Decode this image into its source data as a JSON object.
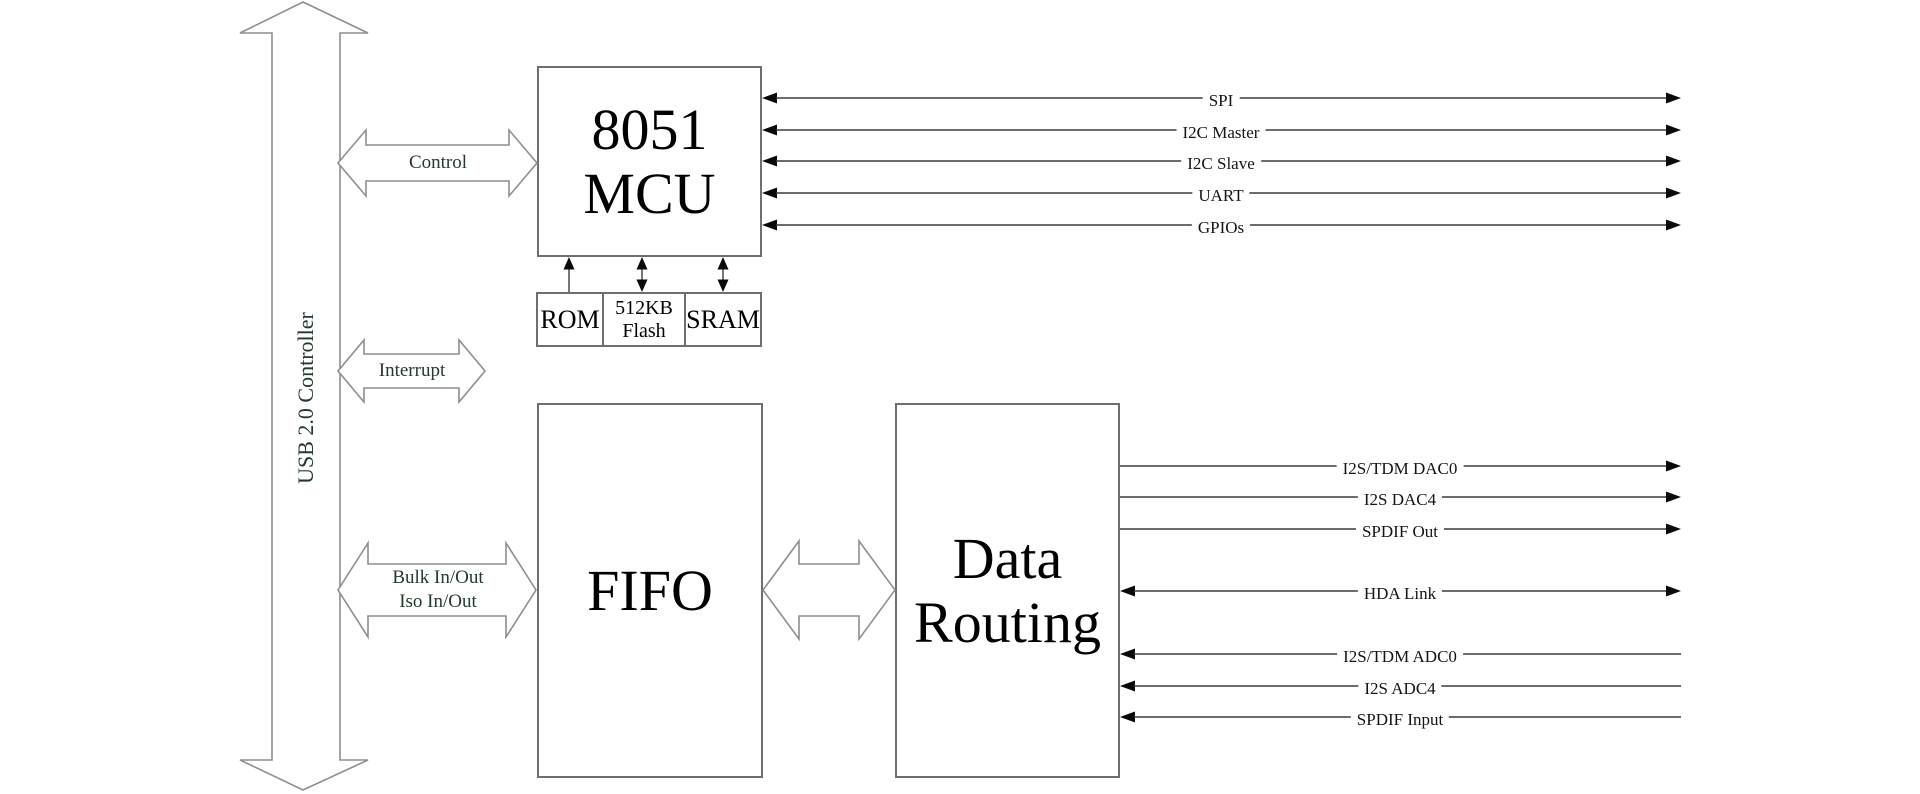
{
  "usb": {
    "label": "USB 2.0 Controller"
  },
  "buses": {
    "control": "Control",
    "interrupt": "Interrupt",
    "bulk_line1": "Bulk In/Out",
    "bulk_line2": "Iso In/Out"
  },
  "blocks": {
    "mcu_line1": "8051",
    "mcu_line2": "MCU",
    "rom": "ROM",
    "flash_line1": "512KB",
    "flash_line2": "Flash",
    "sram": "SRAM",
    "fifo": "FIFO",
    "routing_line1": "Data",
    "routing_line2": "Routing"
  },
  "mcu_signals": [
    {
      "label": "SPI",
      "direction": "bidirectional"
    },
    {
      "label": "I2C Master",
      "direction": "bidirectional"
    },
    {
      "label": "I2C Slave",
      "direction": "bidirectional"
    },
    {
      "label": "UART",
      "direction": "bidirectional"
    },
    {
      "label": "GPIOs",
      "direction": "bidirectional"
    }
  ],
  "audio_signals": [
    {
      "label": "I2S/TDM DAC0",
      "direction": "out"
    },
    {
      "label": "I2S DAC4",
      "direction": "out"
    },
    {
      "label": "SPDIF Out",
      "direction": "out"
    },
    {
      "label": "HDA Link",
      "direction": "bidirectional"
    },
    {
      "label": "I2S/TDM ADC0",
      "direction": "in"
    },
    {
      "label": "I2S ADC4",
      "direction": "in"
    },
    {
      "label": "SPDIF Input",
      "direction": "in"
    }
  ],
  "colors": {
    "background": "#ffffff",
    "box_border": "#6f6f6f",
    "signal_line": "#3c3c3c",
    "arrowhead": "#0a0a0a",
    "outline_arrow_stroke": "#8a918b",
    "bus_label_text": "#233a2c",
    "block_text": "#000000"
  }
}
